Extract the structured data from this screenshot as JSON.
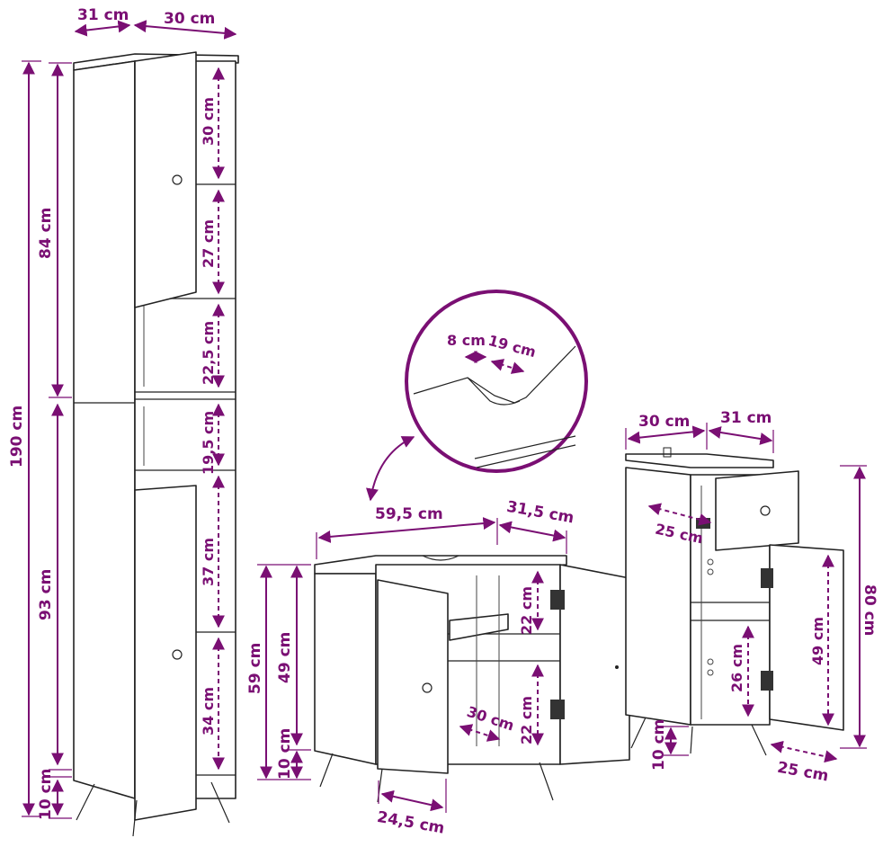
{
  "accent_color": "#7a0f73",
  "line_color": "#222222",
  "tall_cabinet": {
    "width_side": "31 cm",
    "width_front": "30 cm",
    "total_height": "190 cm",
    "upper_height": "84 cm",
    "lower_height": "93 cm",
    "leg_height": "10 cm",
    "compartments": [
      "30 cm",
      "27 cm",
      "22,5 cm",
      "19,5 cm",
      "37 cm",
      "34 cm"
    ]
  },
  "cutout_detail": {
    "depth": "8 cm",
    "width": "19 cm"
  },
  "sink_cabinet": {
    "width": "59,5 cm",
    "depth": "31,5 cm",
    "total_height": "59 cm",
    "body_height": "49 cm",
    "leg_height": "10 cm",
    "shelf_upper": "22 cm",
    "shelf_lower": "22 cm",
    "inner_depth": "30 cm",
    "door_width": "24,5 cm"
  },
  "small_cabinet": {
    "width": "30 cm",
    "depth": "31 cm",
    "drawer_depth": "25 cm",
    "total_height": "80 cm",
    "door_height": "49 cm",
    "compartment": "26 cm",
    "leg_height": "10 cm",
    "door_width": "25 cm"
  }
}
